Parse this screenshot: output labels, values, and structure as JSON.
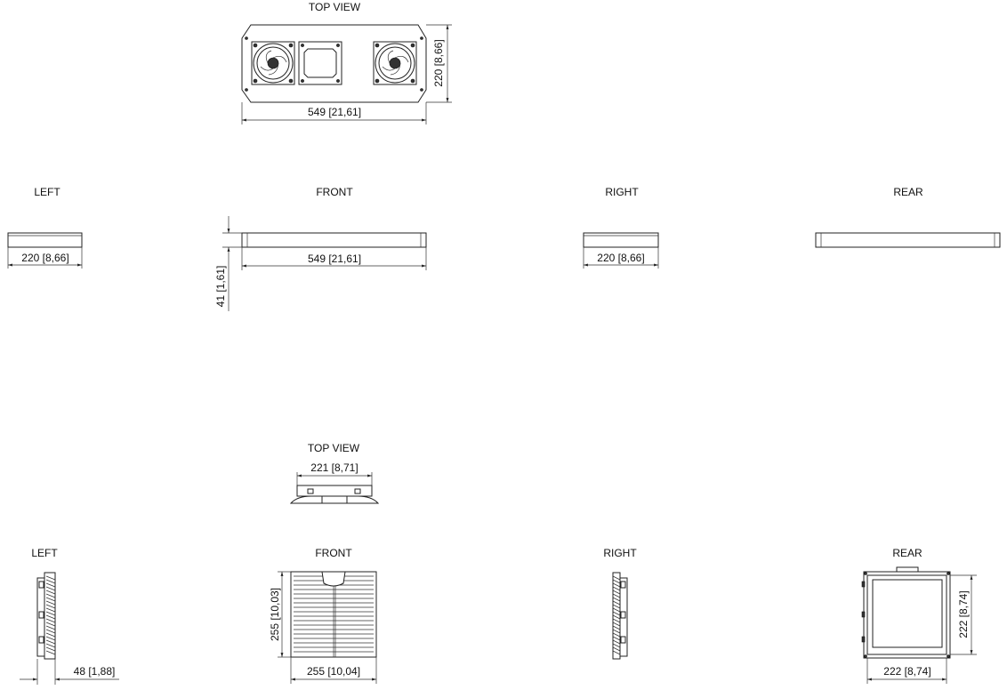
{
  "unit1": {
    "top_view": {
      "label": "TOP VIEW",
      "width_dim": "549 [21,61]",
      "depth_dim": "220 [8,66]"
    },
    "left": {
      "label": "LEFT",
      "dim": "220 [8,66]"
    },
    "front": {
      "label": "FRONT",
      "width_dim": "549 [21,61]",
      "height_dim": "41 [1,61]"
    },
    "right": {
      "label": "RIGHT",
      "dim": "220 [8,66]"
    },
    "rear": {
      "label": "REAR"
    }
  },
  "unit2": {
    "top_view": {
      "label": "TOP VIEW",
      "width_dim": "221 [8,71]"
    },
    "left": {
      "label": "LEFT",
      "depth_dim": "48 [1,88]"
    },
    "front": {
      "label": "FRONT",
      "height_dim": "255 [10,03]",
      "width_dim": "255 [10,04]"
    },
    "right": {
      "label": "RIGHT"
    },
    "rear": {
      "label": "REAR",
      "height_dim": "222 [8,74]",
      "width_dim": "222 [8,74]"
    }
  }
}
